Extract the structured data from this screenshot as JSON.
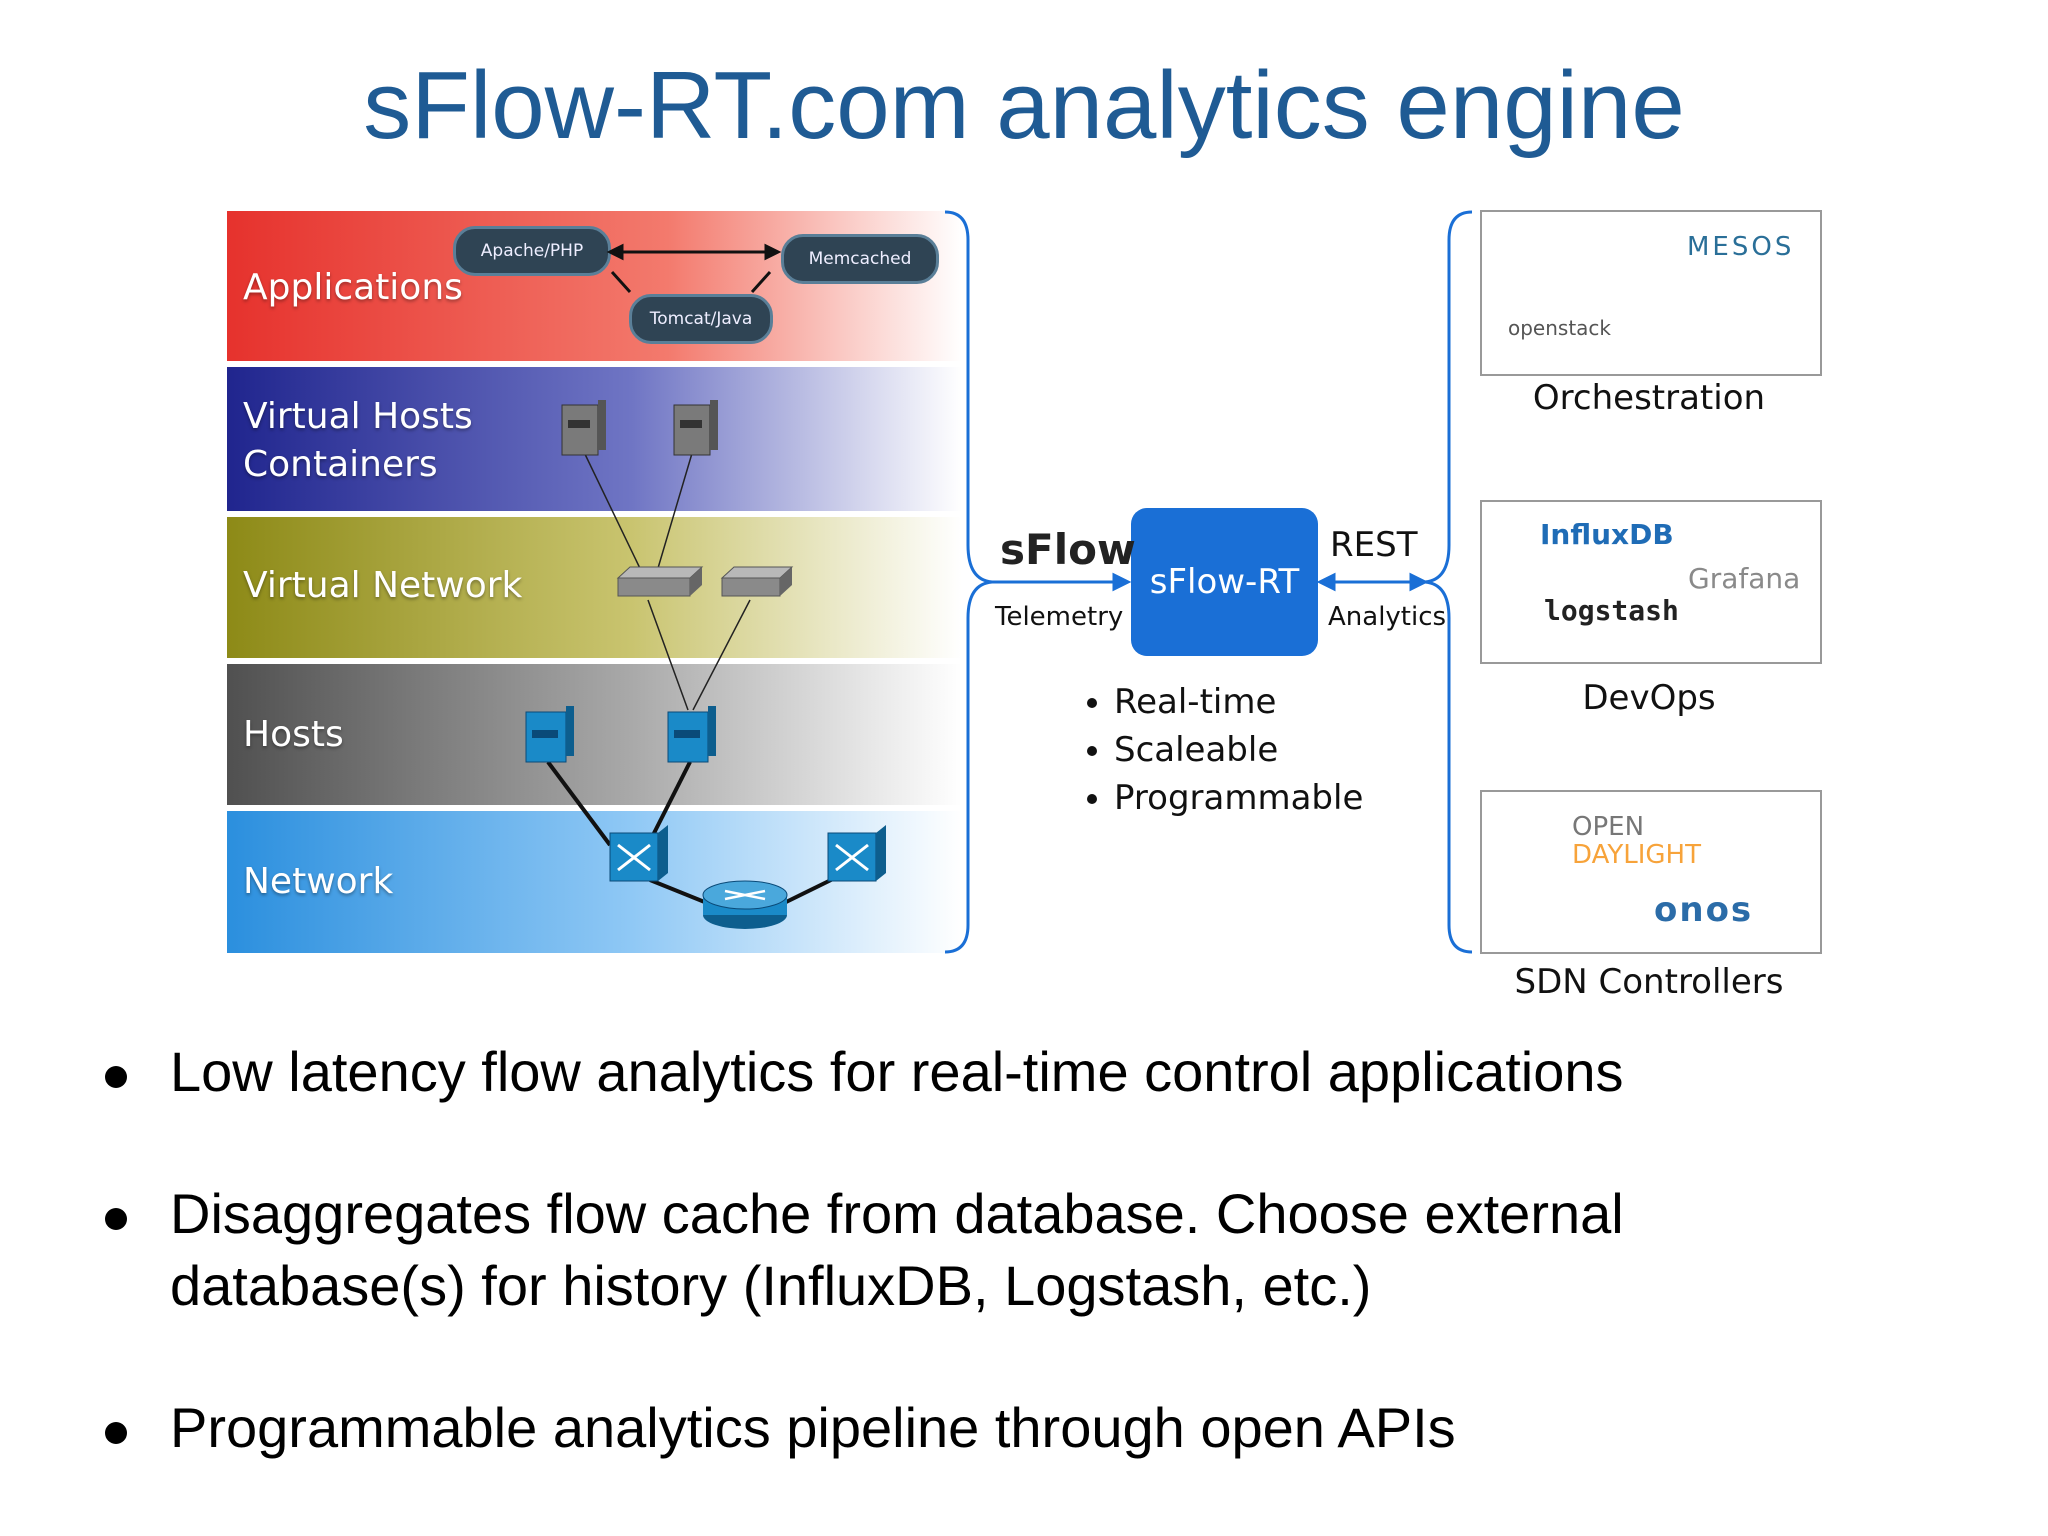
{
  "title": "sFlow-RT.com analytics engine",
  "layers": [
    {
      "label": "Applications",
      "color": "#e6322d"
    },
    {
      "label": "Virtual Hosts\nContainers",
      "color": "#20258e"
    },
    {
      "label": "Virtual Network",
      "color": "#8d8a17"
    },
    {
      "label": "Hosts",
      "color": "#505050"
    },
    {
      "label": "Network",
      "color": "#2b8fde"
    }
  ],
  "apps": {
    "apache": "Apache/PHP",
    "memcached": "Memcached",
    "tomcat": "Tomcat/Java"
  },
  "engine": {
    "label": "sFlow-RT",
    "sflow_logo": "sFlow",
    "left_caption": "Telemetry",
    "rest": "REST",
    "right_caption": "Analytics",
    "features": [
      "Real-time",
      "Scaleable",
      "Programmable"
    ]
  },
  "targets": {
    "orchestration": {
      "label": "Orchestration",
      "logos": [
        "openstack",
        "MESOS"
      ]
    },
    "devops": {
      "label": "DevOps",
      "logos": [
        "InfluxDB",
        "Grafana",
        "logstash"
      ]
    },
    "sdn": {
      "label": "SDN Controllers",
      "logos": [
        "OPEN",
        "DAYLIGHT",
        "onos"
      ]
    }
  },
  "bullets": [
    "Low latency flow analytics for real-time control applications",
    "Disaggregates flow cache from database. Choose external database(s) for history (InfluxDB, Logstash, etc.)",
    "Programmable analytics pipeline through open APIs"
  ],
  "colors": {
    "title": "#1f5b94",
    "engine": "#1a6fd6",
    "bracket": "#1a6fd6"
  }
}
